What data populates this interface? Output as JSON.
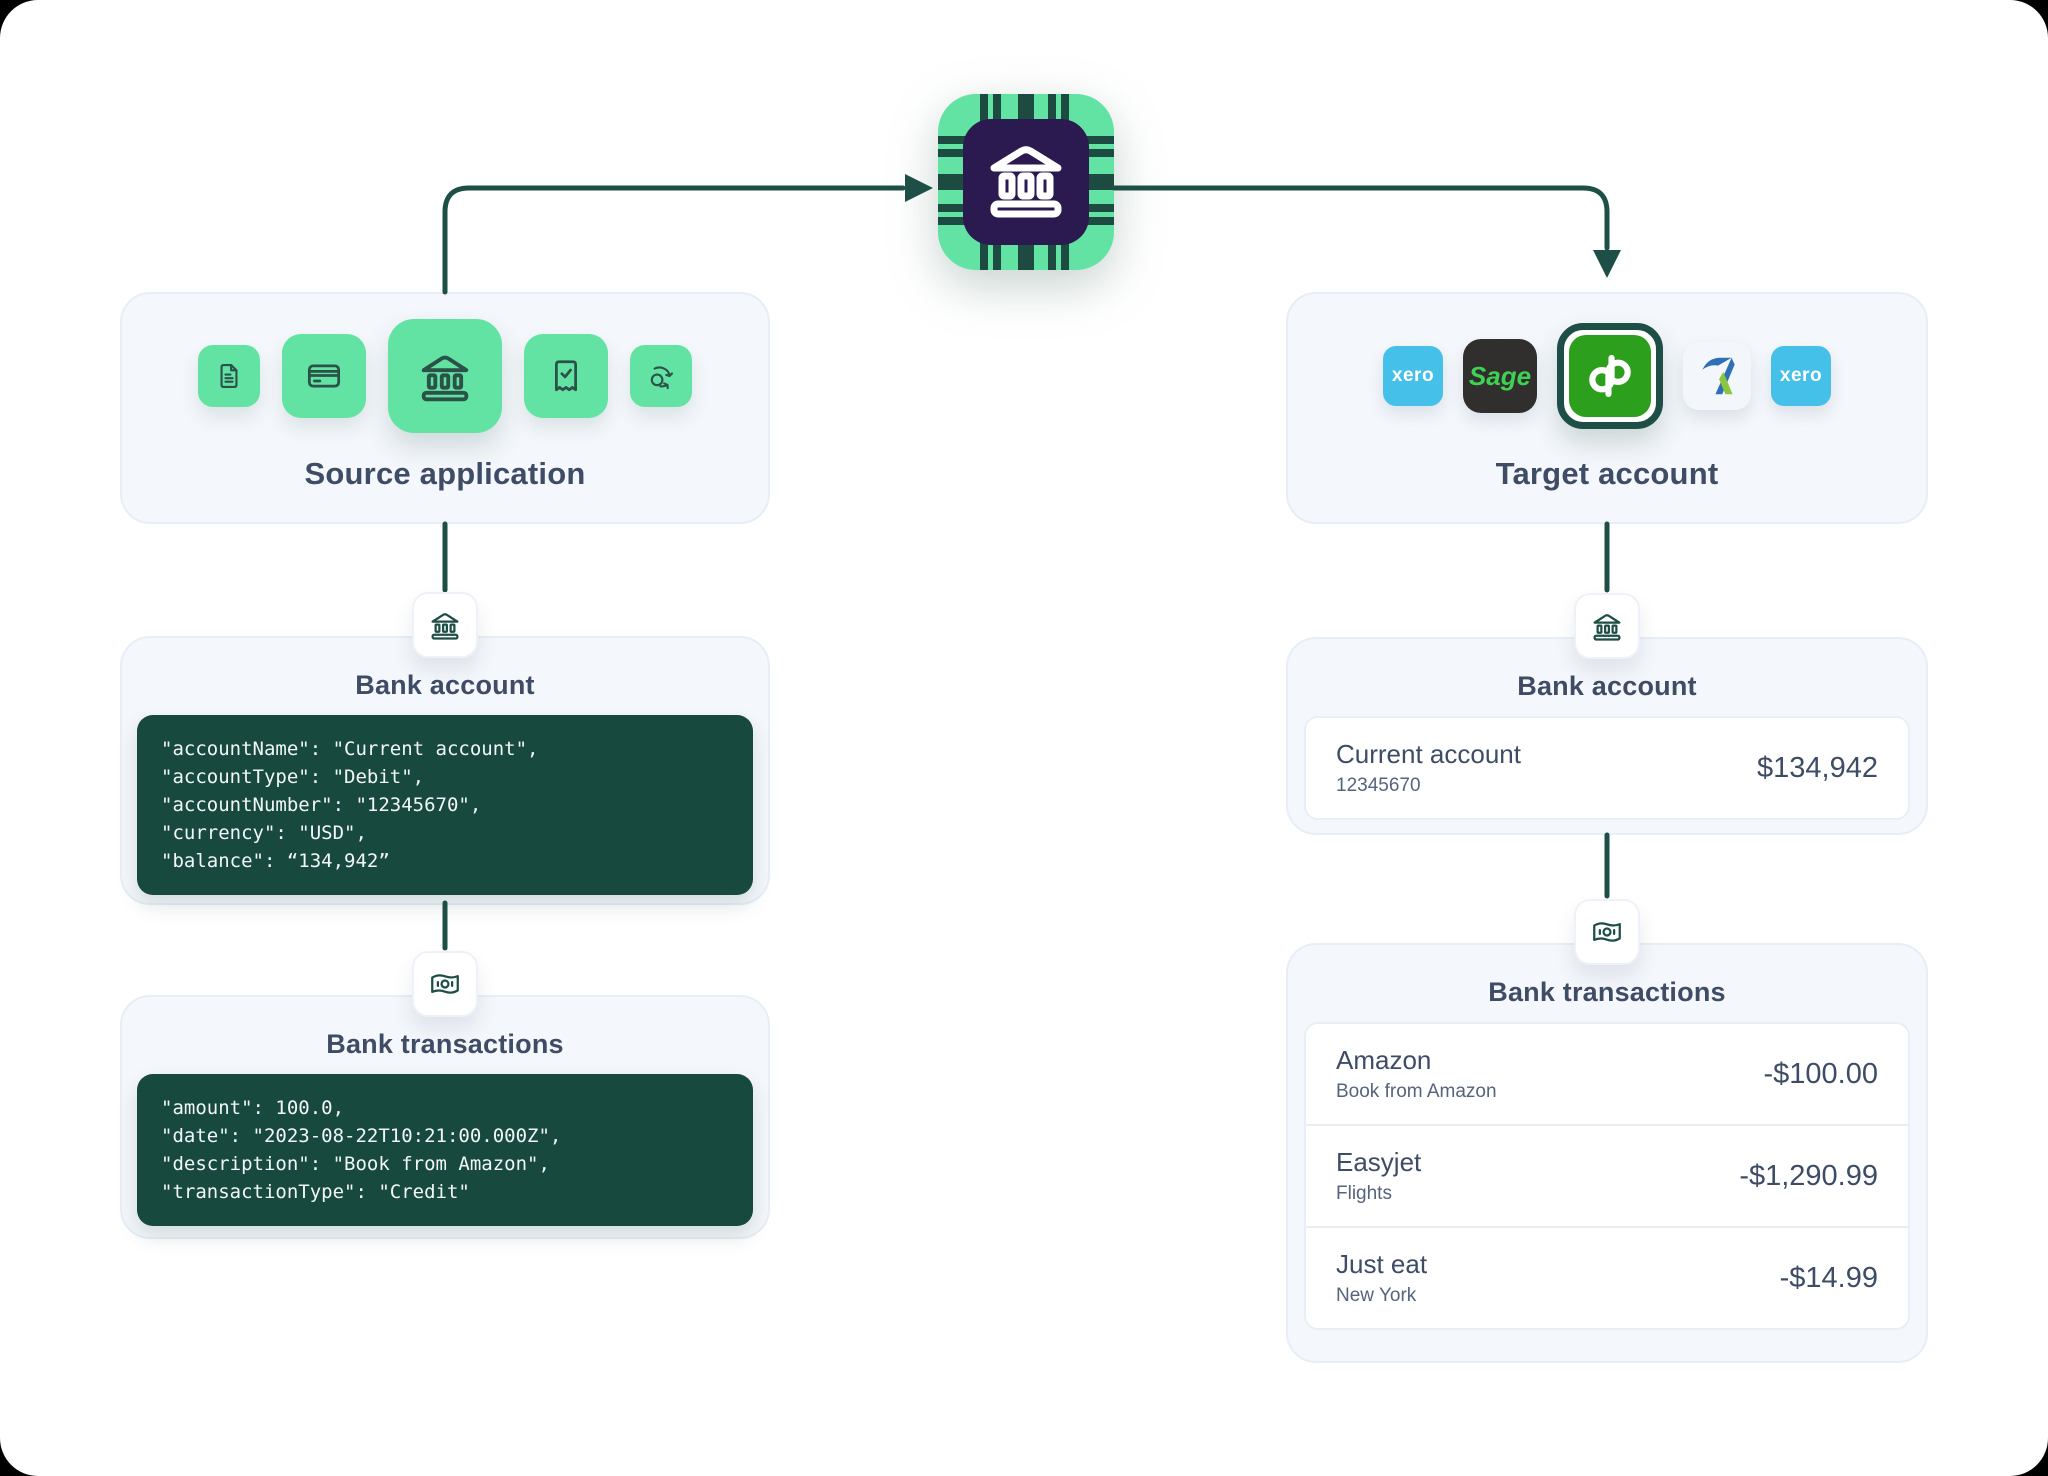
{
  "colors": {
    "accent_green": "#62e3a4",
    "deep_teal": "#1d4f46",
    "code_background": "#17493f",
    "chip_purple": "#2b1a4f",
    "navy_text": "#3e4c66",
    "panel_background": "#f4f7fb",
    "quickbooks_green": "#2ca01c",
    "xero_blue": "#45c1e9",
    "sage_dark": "#312f2e",
    "sage_green": "#3ed153",
    "freeagent_blue": "#2f6fb5",
    "freeagent_green": "#8cc63f"
  },
  "hub": {
    "icon": "bank-chip-icon"
  },
  "source_card": {
    "title": "Source application",
    "icons": [
      "document-icon",
      "credit-card-icon",
      "bank-icon",
      "receipt-check-icon",
      "sync-icon"
    ]
  },
  "target_card": {
    "title": "Target account",
    "logos": [
      {
        "name": "Xero",
        "label": "xero"
      },
      {
        "name": "Sage",
        "label": "Sage"
      },
      {
        "name": "QuickBooks",
        "label": "qb"
      },
      {
        "name": "FreeAgent",
        "label": "A"
      },
      {
        "name": "Xero",
        "label": "xero"
      }
    ]
  },
  "left_bank_account": {
    "title": "Bank account",
    "code_lines": [
      "\"accountName\": \"Current account\",",
      "\"accountType\": \"Debit\",",
      "\"accountNumber\": \"12345670\",",
      "\"currency\": \"USD\",",
      "\"balance\": “134,942”"
    ]
  },
  "left_transactions": {
    "title": "Bank transactions",
    "code_lines": [
      "\"amount\": 100.0,",
      "\"date\": \"2023-08-22T10:21:00.000Z\",",
      "\"description\": \"Book from Amazon\",",
      "\"transactionType\": \"Credit\""
    ]
  },
  "right_bank_account": {
    "title": "Bank account",
    "account": {
      "name": "Current account",
      "number": "12345670",
      "balance": "$134,942"
    }
  },
  "right_transactions": {
    "title": "Bank transactions",
    "rows": [
      {
        "name": "Amazon",
        "detail": "Book from Amazon",
        "amount": "-$100.00"
      },
      {
        "name": "Easyjet",
        "detail": "Flights",
        "amount": "-$1,290.99"
      },
      {
        "name": "Just eat",
        "detail": "New York",
        "amount": "-$14.99"
      }
    ]
  }
}
